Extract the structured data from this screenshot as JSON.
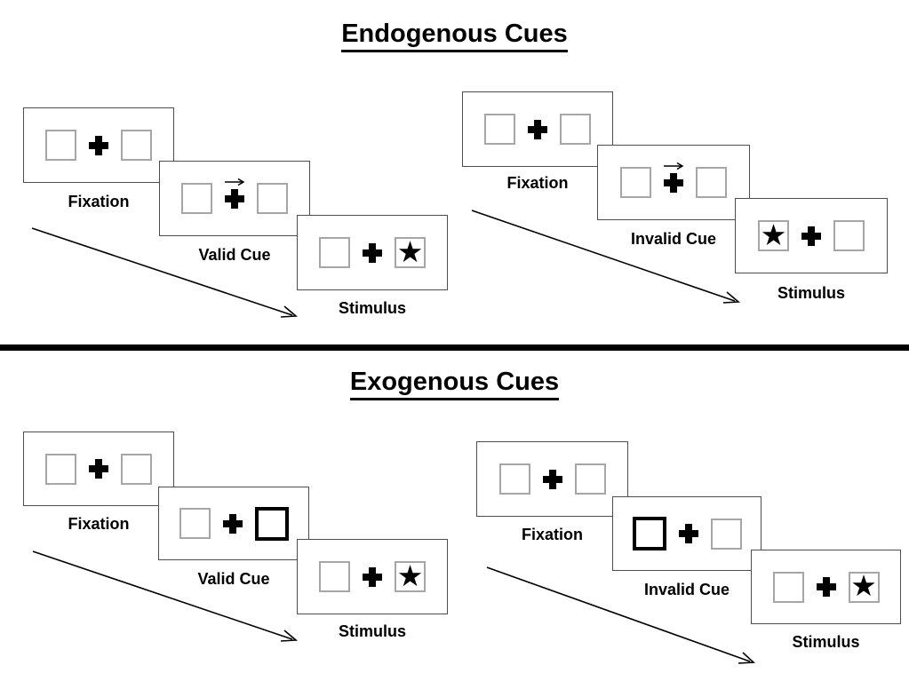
{
  "page": {
    "background": "#ffffff",
    "ink_color": "#000000",
    "panel_border_color": "#4d4d4d",
    "placeholder_box_border_color": "#a6a6a6"
  },
  "icons": {
    "star": "★"
  },
  "sections": [
    {
      "title": "Endogenous Cues",
      "cue_style": "central-arrow",
      "sequences": [
        {
          "name": "valid",
          "frames": [
            {
              "label": "Fixation",
              "type": "fixation"
            },
            {
              "label": "Valid Cue",
              "type": "cue",
              "cue_direction": "right"
            },
            {
              "label": "Stimulus",
              "type": "stimulus",
              "star_side": "right"
            }
          ]
        },
        {
          "name": "invalid",
          "frames": [
            {
              "label": "Fixation",
              "type": "fixation"
            },
            {
              "label": "Invalid Cue",
              "type": "cue",
              "cue_direction": "right"
            },
            {
              "label": "Stimulus",
              "type": "stimulus",
              "star_side": "left"
            }
          ]
        }
      ]
    },
    {
      "title": "Exogenous Cues",
      "cue_style": "brightened-box",
      "sequences": [
        {
          "name": "valid",
          "frames": [
            {
              "label": "Fixation",
              "type": "fixation"
            },
            {
              "label": "Valid Cue",
              "type": "cue",
              "cue_side": "right"
            },
            {
              "label": "Stimulus",
              "type": "stimulus",
              "star_side": "right"
            }
          ]
        },
        {
          "name": "invalid",
          "frames": [
            {
              "label": "Fixation",
              "type": "fixation"
            },
            {
              "label": "Invalid Cue",
              "type": "cue",
              "cue_side": "left"
            },
            {
              "label": "Stimulus",
              "type": "stimulus",
              "star_side": "right"
            }
          ]
        }
      ]
    }
  ]
}
